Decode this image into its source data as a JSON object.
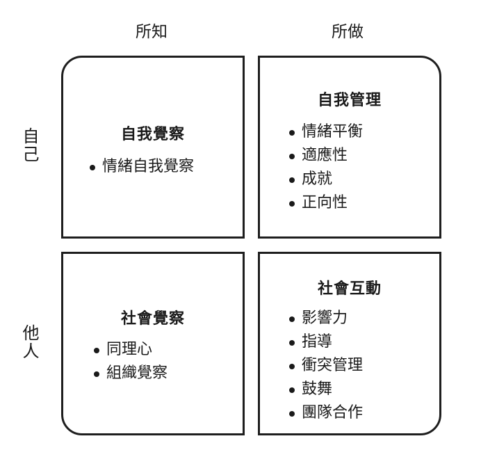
{
  "column_headers": [
    "所知",
    "所做"
  ],
  "row_headers": [
    "自己",
    "他人"
  ],
  "quadrants": {
    "top_left": {
      "title": "自我覺察",
      "items": [
        "情緒自我覺察"
      ]
    },
    "top_right": {
      "title": "自我管理",
      "items": [
        "情緒平衡",
        "適應性",
        "成就",
        "正向性"
      ]
    },
    "bottom_left": {
      "title": "社會覺察",
      "items": [
        "同理心",
        "組織覺察"
      ]
    },
    "bottom_right": {
      "title": "社會互動",
      "items": [
        "影響力",
        "指導",
        "衝突管理",
        "鼓舞",
        "團隊合作"
      ]
    }
  }
}
